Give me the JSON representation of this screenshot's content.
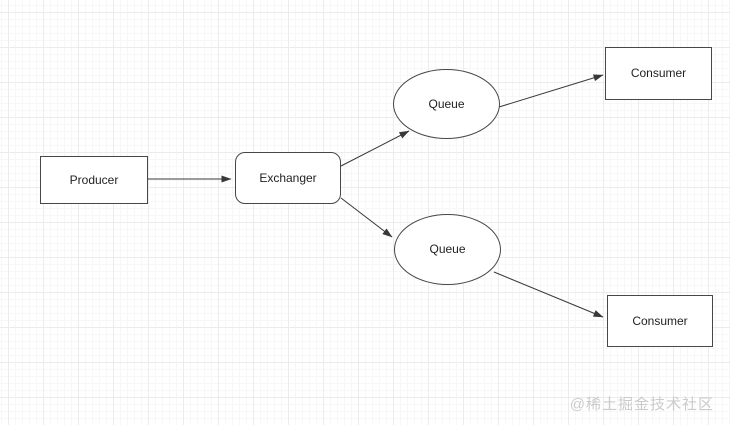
{
  "diagram": {
    "type": "flowchart",
    "nodes": {
      "producer": {
        "label": "Producer",
        "shape": "rectangle"
      },
      "exchanger": {
        "label": "Exchanger",
        "shape": "rounded-rectangle"
      },
      "queue_top": {
        "label": "Queue",
        "shape": "ellipse"
      },
      "queue_bottom": {
        "label": "Queue",
        "shape": "ellipse"
      },
      "consumer_top": {
        "label": "Consumer",
        "shape": "rectangle"
      },
      "consumer_bottom": {
        "label": "Consumer",
        "shape": "rectangle"
      }
    },
    "edges": [
      {
        "from": "producer",
        "to": "exchanger"
      },
      {
        "from": "exchanger",
        "to": "queue_top"
      },
      {
        "from": "exchanger",
        "to": "queue_bottom"
      },
      {
        "from": "queue_top",
        "to": "consumer_top"
      },
      {
        "from": "queue_bottom",
        "to": "consumer_bottom"
      }
    ],
    "colors": {
      "background": "#ffffff",
      "grid_major": "#ececec",
      "grid_minor": "#f7f7f7",
      "shape_border": "#474747",
      "shape_fill": "#ffffff",
      "text": "#1f1f1f",
      "arrow": "#383838",
      "watermark": "#cbcbcb"
    }
  },
  "watermark": {
    "text": "@稀土掘金技术社区"
  }
}
